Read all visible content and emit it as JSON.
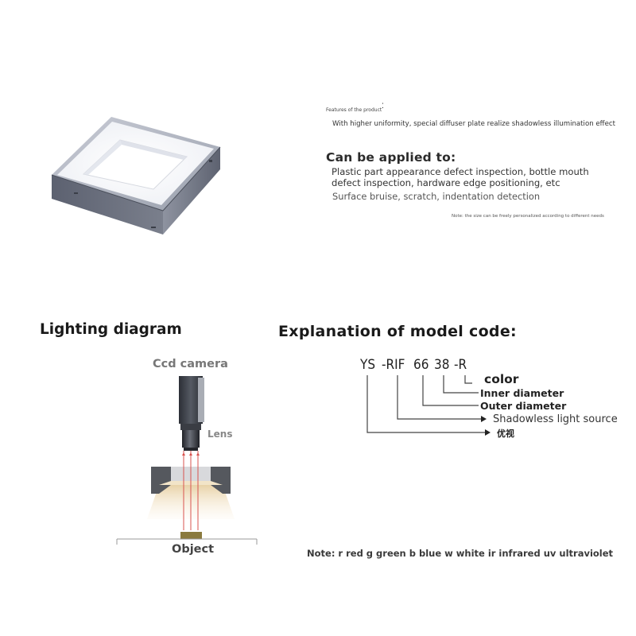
{
  "features": {
    "title": "Features of the product",
    "title_mark": "⁚",
    "description": "With higher uniformity, special diffuser plate realize shadowless illumination effect"
  },
  "applications": {
    "heading": "Can be applied to:",
    "line1": "Plastic part appearance defect inspection, bottle mouth",
    "line2": "defect inspection, hardware edge positioning, etc",
    "line3": "Surface bruise, scratch, indentation detection",
    "note": "Note: the size can be freely personalized according to different needs"
  },
  "lighting": {
    "heading": "Lighting diagram",
    "camera_label": "Ccd camera",
    "lens_label": "Lens",
    "object_label": "Object"
  },
  "model_code": {
    "heading": "Explanation of model code:",
    "parts": {
      "ys": "YS",
      "rif": "-RIF",
      "outer": "66",
      "inner": "38",
      "color": "-R"
    },
    "explanations": {
      "color": "color",
      "inner": "Inner diameter",
      "outer": "Outer diameter",
      "shadowless": "Shadowless light source",
      "brand": "优视"
    },
    "note": "Note: r red g green b blue w white ir infrared uv ultraviolet"
  }
}
